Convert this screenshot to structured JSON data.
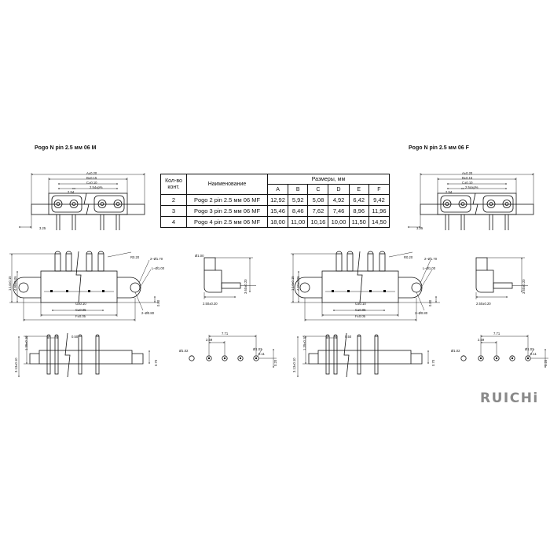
{
  "titles": {
    "male": "Pogo N pin 2.5 мм 06 M",
    "female": "Pogo N pin 2.5 мм 06 F"
  },
  "table": {
    "head_qty": [
      "Кол-во",
      "конт."
    ],
    "head_name": "Наименование",
    "head_dims": "Размеры, мм",
    "dim_cols": [
      "A",
      "B",
      "C",
      "D",
      "E",
      "F"
    ],
    "rows": [
      {
        "qty": "2",
        "name": "Pogo 2 pin 2.5 мм 06 MF",
        "vals": [
          "12,92",
          "5,92",
          "5,08",
          "4,92",
          "6,42",
          "9,42"
        ]
      },
      {
        "qty": "3",
        "name": "Pogo 3 pin 2.5 мм 06 MF",
        "vals": [
          "15,46",
          "8,46",
          "7,62",
          "7,46",
          "8,96",
          "11,96"
        ]
      },
      {
        "qty": "4",
        "name": "Pogo 4 pin 2.5 мм 06 MF",
        "vals": [
          "18,00",
          "11,00",
          "10,16",
          "10,00",
          "11,50",
          "14,50"
        ]
      }
    ]
  },
  "dims": {
    "a": "A±0.20",
    "b": "B±0.15",
    "c": "C±0.10",
    "pitch": "2.54±p%",
    "d254": "2.54",
    "d325": "3.25",
    "r020": "R0.20",
    "hole170": "2–Ø1.70",
    "l100": "L–Ø1.00",
    "v140": "1.14±0.15",
    "v490": "4.90±0.05",
    "v080": "0.80",
    "g010": "G±0.10",
    "c005": "C±0.05",
    "f005": "F±0.05",
    "h080": "2–Ø0.80",
    "pin100": "Ø1.00",
    "v360": "3.60±0.20",
    "w250": "2.50±0.20",
    "v135": "1.35±0.10",
    "v313": "3.13±0.10",
    "d050": "0.50",
    "d070": "0.70",
    "p102": "Ø1.02",
    "d259": "2.59",
    "d771": "7.71",
    "d020": "0.20",
    "t011": "0.11"
  },
  "brand": "RUICHi"
}
